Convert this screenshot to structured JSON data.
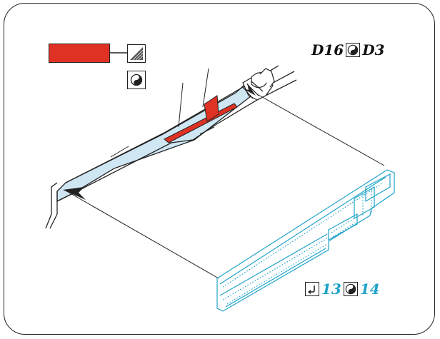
{
  "callouts": {
    "top_first": "D16",
    "top_second": "D3",
    "bottom_first": "13",
    "bottom_second": "14"
  },
  "icons": {
    "legend_hatch": "hatch-square-icon",
    "legend_tool": "screwdriver-icon",
    "top_tool": "screwdriver-icon",
    "bottom_arrow": "return-arrow-icon",
    "bottom_tool": "screwdriver-icon"
  },
  "colors": {
    "highlight_red": "#e03224",
    "part_blue_fill": "#cfe6f3",
    "board_cyan": "#1fa3c9",
    "outline": "#222222"
  }
}
